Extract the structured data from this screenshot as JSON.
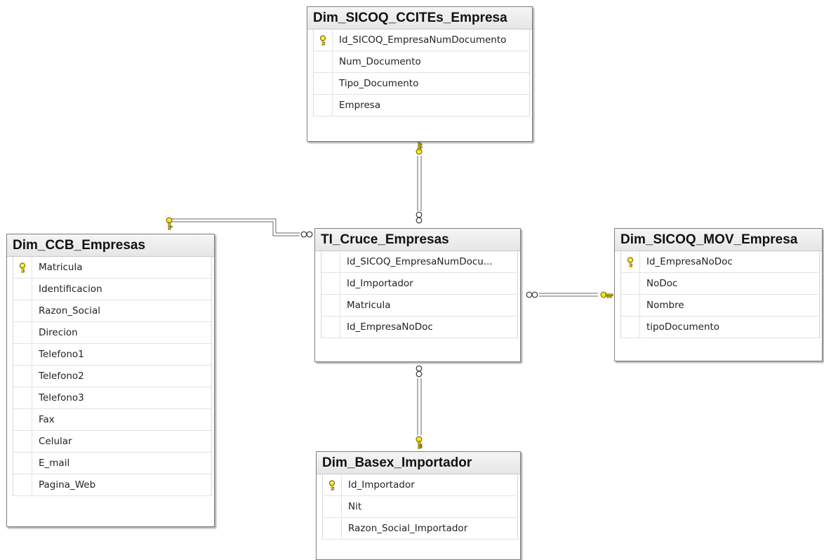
{
  "tables": {
    "sicoq_ccites": {
      "title": "Dim_SICOQ_CCITEs_Empresa",
      "columns": [
        {
          "name": "Id_SICOQ_EmpresaNumDocumento",
          "key": true
        },
        {
          "name": "Num_Documento",
          "key": false
        },
        {
          "name": "Tipo_Documento",
          "key": false
        },
        {
          "name": "Empresa",
          "key": false
        }
      ]
    },
    "ccb": {
      "title": "Dim_CCB_Empresas",
      "columns": [
        {
          "name": "Matricula",
          "key": true
        },
        {
          "name": "Identificacion",
          "key": false
        },
        {
          "name": "Razon_Social",
          "key": false
        },
        {
          "name": "Direcion",
          "key": false
        },
        {
          "name": "Telefono1",
          "key": false
        },
        {
          "name": "Telefono2",
          "key": false
        },
        {
          "name": "Telefono3",
          "key": false
        },
        {
          "name": "Fax",
          "key": false
        },
        {
          "name": "Celular",
          "key": false
        },
        {
          "name": "E_mail",
          "key": false
        },
        {
          "name": "Pagina_Web",
          "key": false
        }
      ]
    },
    "cruce": {
      "title": "TI_Cruce_Empresas",
      "columns": [
        {
          "name": "Id_SICOQ_EmpresaNumDocu...",
          "key": false
        },
        {
          "name": "Id_Importador",
          "key": false
        },
        {
          "name": "Matricula",
          "key": false
        },
        {
          "name": "Id_EmpresaNoDoc",
          "key": false
        }
      ]
    },
    "sicoq_mov": {
      "title": "Dim_SICOQ_MOV_Empresa",
      "columns": [
        {
          "name": "Id_EmpresaNoDoc",
          "key": true
        },
        {
          "name": "NoDoc",
          "key": false
        },
        {
          "name": "Nombre",
          "key": false
        },
        {
          "name": "tipoDocumento",
          "key": false
        }
      ]
    },
    "basex": {
      "title": "Dim_Basex_Importador",
      "columns": [
        {
          "name": "Id_Importador",
          "key": true
        },
        {
          "name": "Nit",
          "key": false
        },
        {
          "name": "Razon_Social_Importador",
          "key": false
        }
      ]
    }
  },
  "colors": {
    "key_fill": "#f5e51e",
    "key_stroke": "#6b5d00",
    "line": "#555555"
  },
  "icons": {
    "primary_key": "key-icon",
    "relationship_one_end": "key-icon",
    "relationship_many_end": "infinity-icon"
  }
}
